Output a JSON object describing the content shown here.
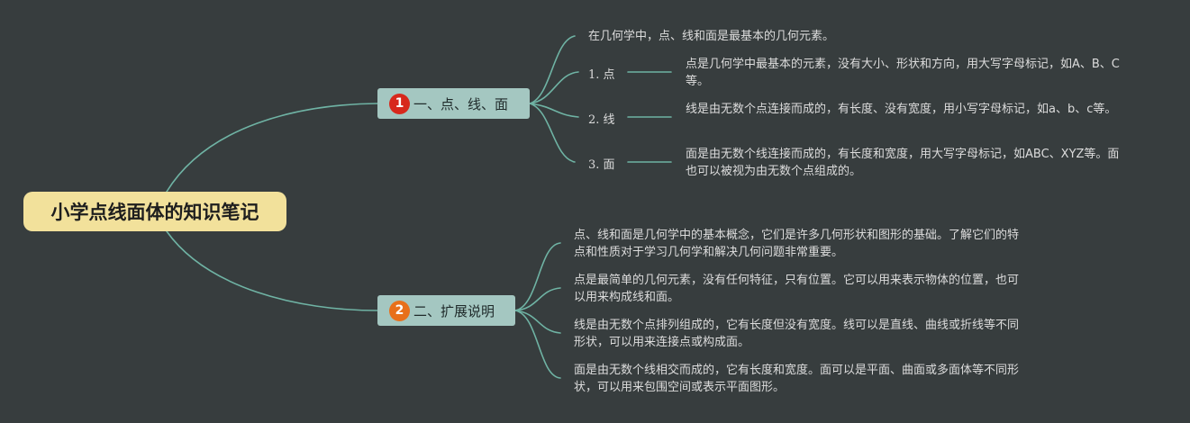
{
  "root": {
    "title": "小学点线面体的知识笔记"
  },
  "branches": [
    {
      "number": "1",
      "title": "一、点、线、面",
      "intro": "在几何学中，点、线和面是最基本的几何元素。",
      "items": [
        {
          "label": "1. 点",
          "text": "点是几何学中最基本的元素，没有大小、形状和方向，用大写字母标记，如A、B、C等。"
        },
        {
          "label": "2. 线",
          "text": "线是由无数个点连接而成的，有长度、没有宽度，用小写字母标记，如a、b、c等。"
        },
        {
          "label": "3. 面",
          "text": "面是由无数个线连接而成的，有长度和宽度，用大写字母标记，如ABC、XYZ等。面也可以被视为由无数个点组成的。"
        }
      ]
    },
    {
      "number": "2",
      "title": "二、扩展说明",
      "items": [
        {
          "text": "点、线和面是几何学中的基本概念，它们是许多几何形状和图形的基础。了解它们的特点和性质对于学习几何学和解决几何问题非常重要。"
        },
        {
          "text": "点是最简单的几何元素，没有任何特征，只有位置。它可以用来表示物体的位置，也可以用来构成线和面。"
        },
        {
          "text": "线是由无数个点排列组成的，它有长度但没有宽度。线可以是直线、曲线或折线等不同形状，可以用来连接点或构成面。"
        },
        {
          "text": "面是由无数个线相交而成的，它有长度和宽度。面可以是平面、曲面或多面体等不同形状，可以用来包围空间或表示平面图形。"
        }
      ]
    }
  ],
  "colors": {
    "background": "#373d3e",
    "root": "#f2e19b",
    "branch": "#a4c7c1",
    "connector": "#6fb3a4",
    "badge1": "#d7281c",
    "badge2": "#e8701b",
    "text": "#dcdcdc"
  }
}
